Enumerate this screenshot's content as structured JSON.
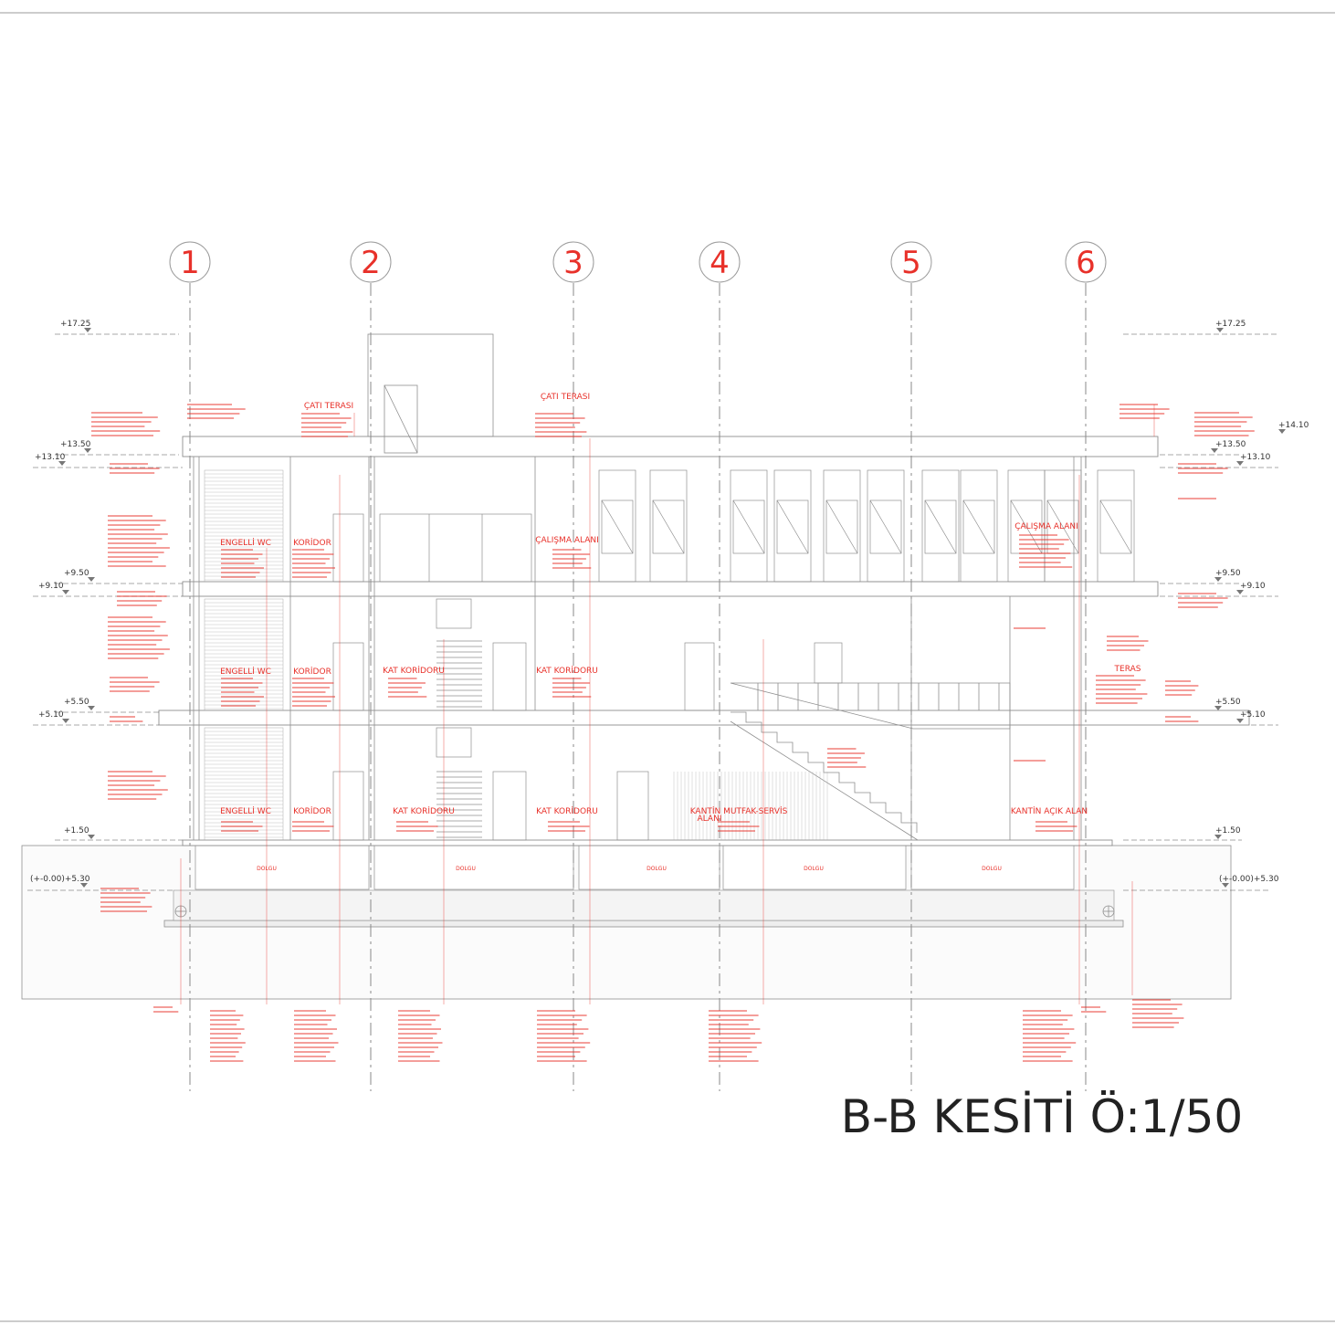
{
  "drawing": {
    "title": "B-B  KESİTİ Ö:1/50",
    "colors": {
      "axis": "#e8312a",
      "annotation": "#e8312a",
      "line": "#8f8f8f",
      "ink": "#222222",
      "border": "#9a9a9a"
    }
  },
  "axes": [
    "1",
    "2",
    "3",
    "4",
    "5",
    "6"
  ],
  "levels": {
    "l1725": "+17.25",
    "l1410": "+14.10",
    "l1350": "+13.50",
    "l1310": "+13.10",
    "l950": "+9.50",
    "l910": "+9.10",
    "l550": "+5.50",
    "l510": "+5.10",
    "l150": "+1.50",
    "l530": "(+-0.00)+5.30"
  },
  "rooms": {
    "cati_terasi": "ÇATI TERASI",
    "engelli_wc": "ENGELLİ WC",
    "koridor": "KORİDOR",
    "calisma_alani": "ÇALIŞMA ALANI",
    "kat_koridoru": "KAT KORİDORU",
    "teras": "TERAS",
    "kantin_mutfak_1": "KANTİN MUTFAK-SERVİS",
    "kantin_mutfak_2": "ALANI",
    "kantin_acik": "KANTİN AÇIK ALAN"
  },
  "fill_label": "DOLGU"
}
